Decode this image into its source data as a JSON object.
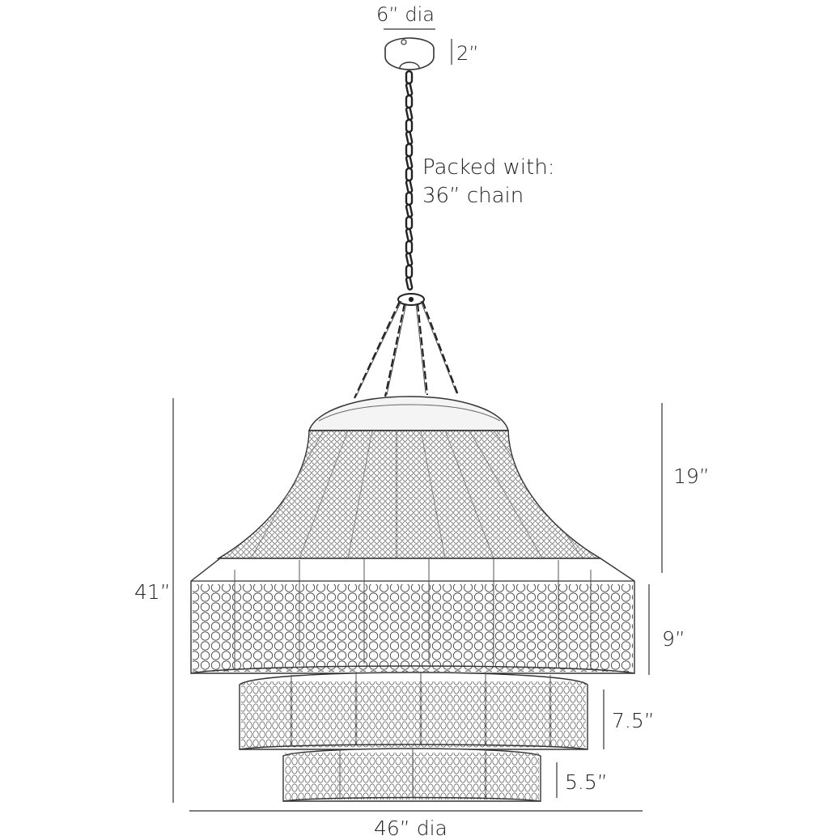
{
  "dimensions": {
    "canopy_diameter": "6” dia",
    "canopy_height": "2”",
    "chain_note_line1": "Packed with:",
    "chain_note_line2": "36” chain",
    "overall_height": "41”",
    "drum_height": "19”",
    "tier1_height": "9”",
    "tier2_height": "7.5”",
    "tier3_height": "5.5”",
    "overall_diameter": "46” dia"
  },
  "colors": {
    "line": "#333333",
    "text": "#222222",
    "background": "#ffffff"
  },
  "icons": {
    "fixture": "beaded-chandelier-line-drawing"
  }
}
